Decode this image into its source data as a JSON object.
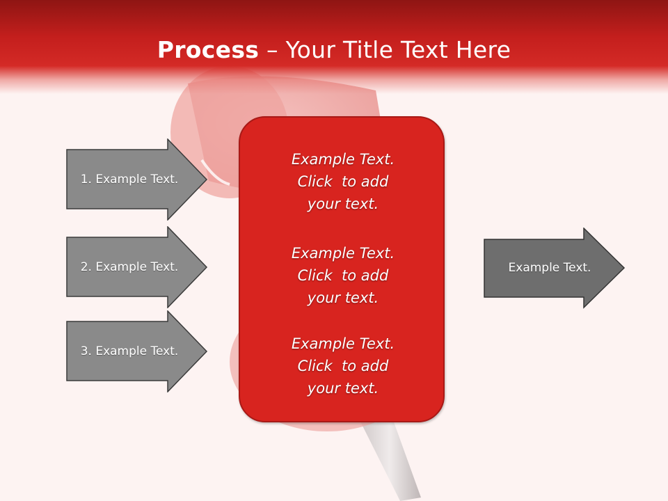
{
  "slide": {
    "title_bold": "Process",
    "title_rest": " – Your Title Text Here"
  },
  "left_arrows": [
    {
      "label": "1. Example Text."
    },
    {
      "label": "2. Example Text."
    },
    {
      "label": "3. Example Text."
    }
  ],
  "center_panel": {
    "blocks": [
      {
        "line1": "Example Text.",
        "line2": "Click  to add",
        "line3": "your text."
      },
      {
        "line1": "Example Text.",
        "line2": "Click  to add",
        "line3": "your text."
      },
      {
        "line1": "Example Text.",
        "line2": "Click  to add",
        "line3": "your text."
      }
    ]
  },
  "right_arrow": {
    "label": "Example Text."
  },
  "colors": {
    "header": "#c41f1d",
    "panel": "#d8241f",
    "arrow_left": "#8a8a8a",
    "arrow_right": "#6e6e6e"
  }
}
